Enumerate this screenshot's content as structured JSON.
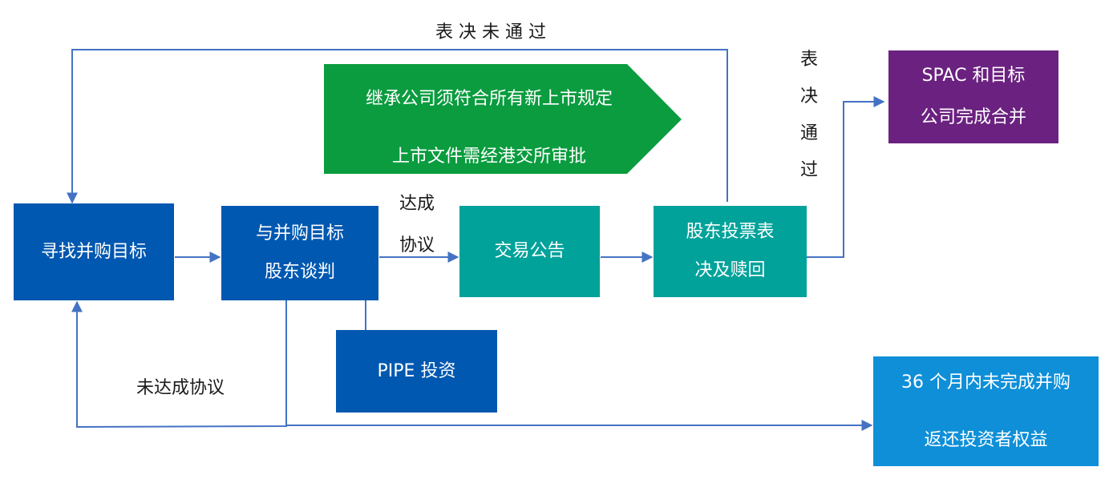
{
  "diagram": {
    "nodes": {
      "find_target": "寻找并购目标",
      "negotiate": {
        "line1": "与并购目标",
        "line2": "股东谈判"
      },
      "announce": "交易公告",
      "vote": {
        "line1": "股东投票表",
        "line2": "决及赎回"
      },
      "merge": {
        "line1": "SPAC 和目标",
        "line2": "公司完成合并"
      },
      "pipe": "PIPE 投资",
      "refund": {
        "line1": "36 个月内未完成并购",
        "line2": "返还投资者权益"
      }
    },
    "banner": {
      "line1": "继承公司须符合所有新上市规定",
      "line2": "上市文件需经港交所审批"
    },
    "labels": {
      "vote_fail": "表 决 未 通 过",
      "vote_pass": [
        "表",
        "决",
        "通",
        "过"
      ],
      "agreement_reached": {
        "line1": "达成",
        "line2": "协议"
      },
      "agreement_failed": "未达成协议"
    },
    "colors": {
      "dark_blue": "#0058B0",
      "teal": "#00A29A",
      "purple": "#6B2180",
      "green": "#0A9C3F",
      "light_blue": "#0F8FD8",
      "arrow": "#4472C4"
    }
  }
}
